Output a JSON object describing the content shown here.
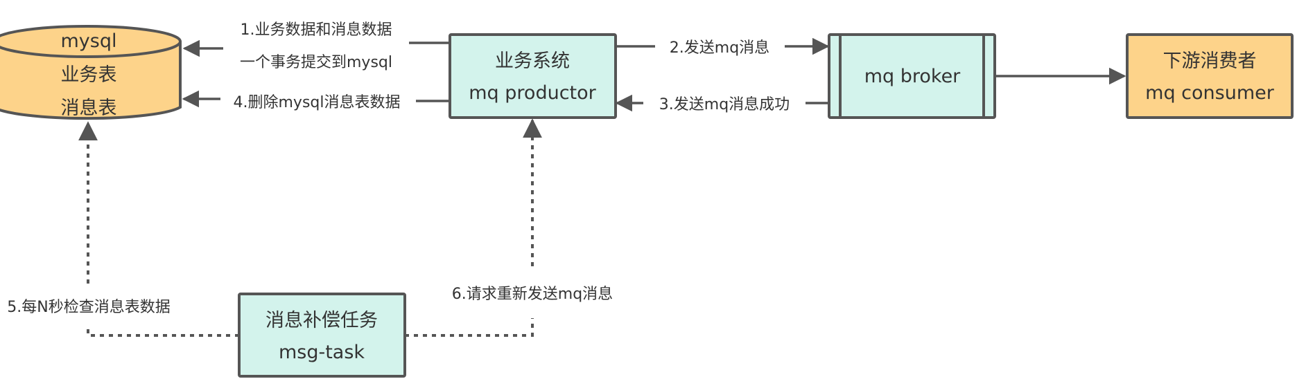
{
  "colors": {
    "db_fill": "#fdd38a",
    "box_fill": "#d3f3ec",
    "consumer_fill": "#fdd38a",
    "stroke": "#555555",
    "text": "#333333"
  },
  "nodes": {
    "database": {
      "line1": "mysql",
      "line2": "业务表",
      "line3": "消息表"
    },
    "producer": {
      "line1": "业务系统",
      "line2": "mq productor"
    },
    "broker": {
      "line1": "mq broker"
    },
    "consumer": {
      "line1": "下游消费者",
      "line2": "mq consumer"
    },
    "task": {
      "line1": "消息补偿任务",
      "line2": "msg-task"
    }
  },
  "edges": {
    "e1": {
      "line1": "1.业务数据和消息数据",
      "line2": "一个事务提交到mysql"
    },
    "e2": {
      "label": "2.发送mq消息"
    },
    "e3": {
      "label": "3.发送mq消息成功"
    },
    "e4": {
      "label": "4.删除mysql消息表数据"
    },
    "e5": {
      "label": "5.每N秒检查消息表数据"
    },
    "e6": {
      "label": "6.请求重新发送mq消息"
    }
  }
}
